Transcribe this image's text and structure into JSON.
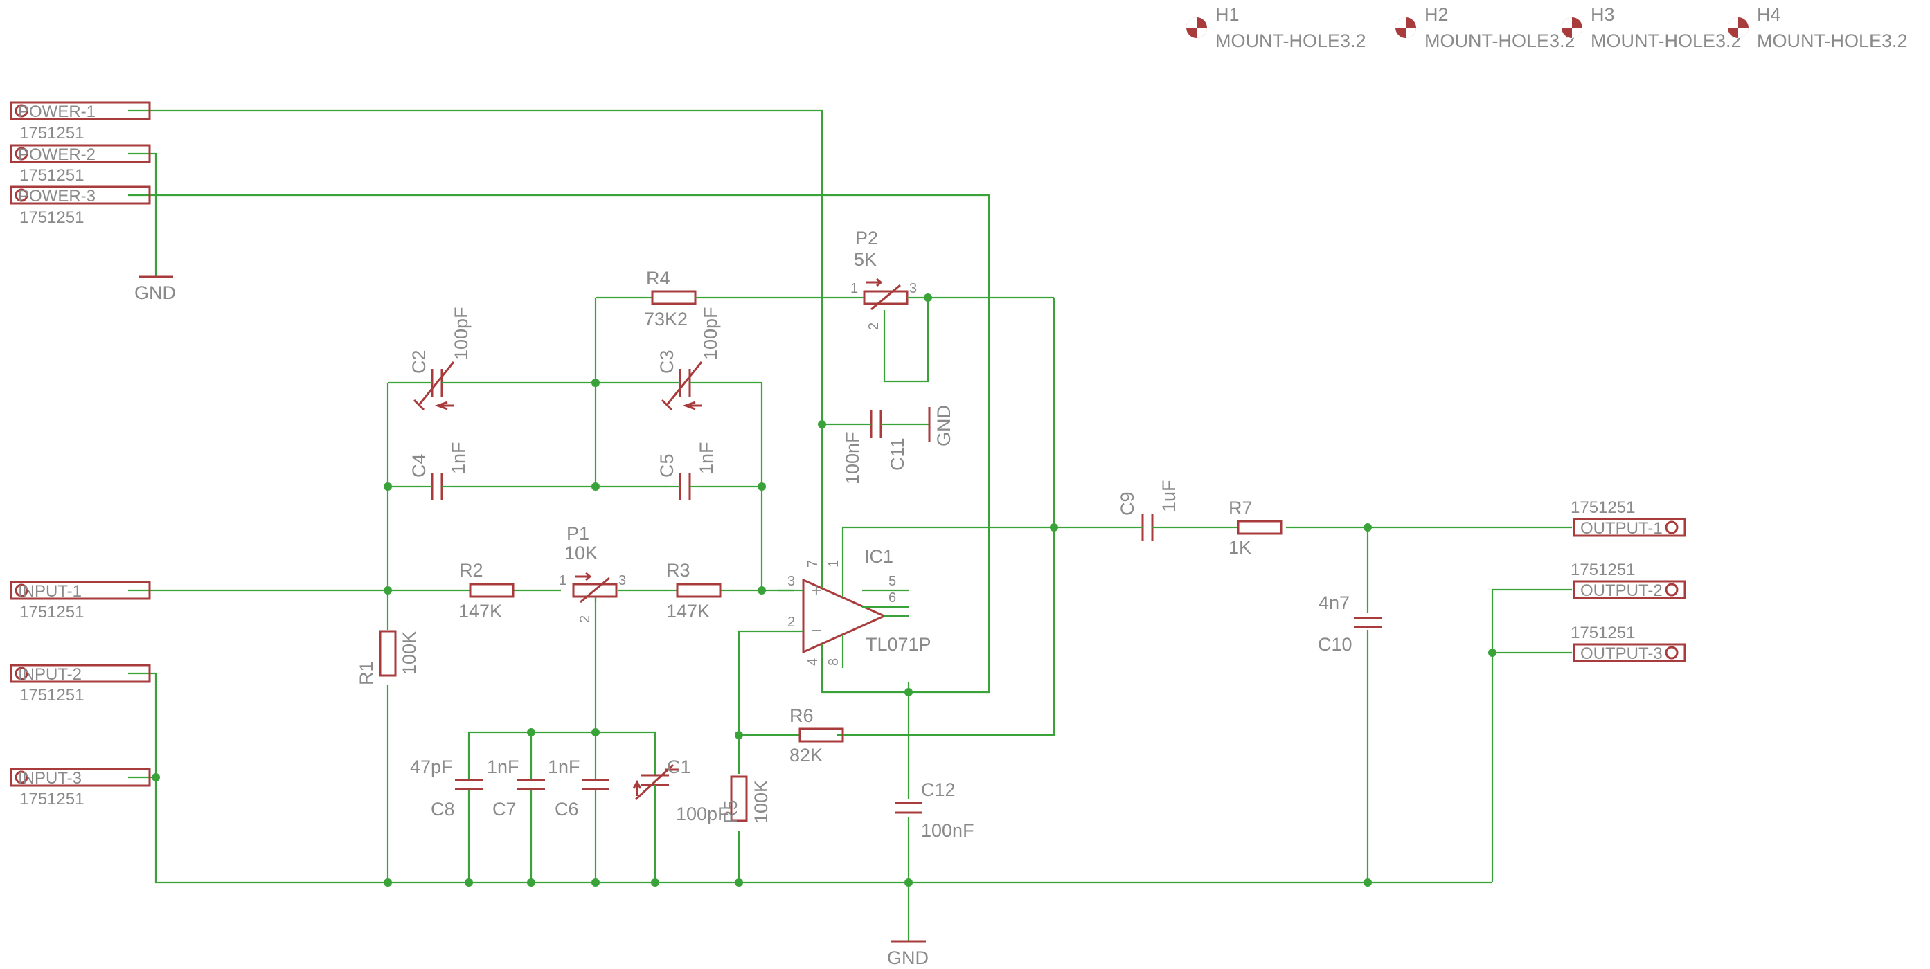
{
  "colors": {
    "wire": "#39a339",
    "part": "#a83b3b",
    "text": "#8a8a8a",
    "background": "#ffffff"
  },
  "holes": [
    {
      "ref": "H1",
      "value": "MOUNT-HOLE3.2"
    },
    {
      "ref": "H2",
      "value": "MOUNT-HOLE3.2"
    },
    {
      "ref": "H3",
      "value": "MOUNT-HOLE3.2"
    },
    {
      "ref": "H4",
      "value": "MOUNT-HOLE3.2"
    }
  ],
  "connectors": {
    "power1": {
      "name": "POWER-1",
      "part": "1751251"
    },
    "power2": {
      "name": "POWER-2",
      "part": "1751251"
    },
    "power3": {
      "name": "POWER-3",
      "part": "1751251"
    },
    "input1": {
      "name": "INPUT-1",
      "part": "1751251"
    },
    "input2": {
      "name": "INPUT-2",
      "part": "1751251"
    },
    "input3": {
      "name": "INPUT-3",
      "part": "1751251"
    },
    "output1": {
      "name": "OUTPUT-1",
      "part": "1751251"
    },
    "output2": {
      "name": "OUTPUT-2",
      "part": "1751251"
    },
    "output3": {
      "name": "OUTPUT-3",
      "part": "1751251"
    }
  },
  "parts": {
    "r1": {
      "ref": "R1",
      "value": "100K"
    },
    "r2": {
      "ref": "R2",
      "value": "147K"
    },
    "r3": {
      "ref": "R3",
      "value": "147K"
    },
    "r4": {
      "ref": "R4",
      "value": "73K2"
    },
    "r5": {
      "ref": "R5",
      "value": "100K"
    },
    "r6": {
      "ref": "R6",
      "value": "82K"
    },
    "r7": {
      "ref": "R7",
      "value": "1K"
    },
    "p1": {
      "ref": "P1",
      "value": "10K"
    },
    "p2": {
      "ref": "P2",
      "value": "5K"
    },
    "c1": {
      "ref": "C1",
      "value": "100pF"
    },
    "c2": {
      "ref": "C2",
      "value": "100pF"
    },
    "c3": {
      "ref": "C3",
      "value": "100pF"
    },
    "c4": {
      "ref": "C4",
      "value": "1nF"
    },
    "c5": {
      "ref": "C5",
      "value": "1nF"
    },
    "c6": {
      "ref": "C6",
      "value": "1nF"
    },
    "c7": {
      "ref": "C7",
      "value": "1nF"
    },
    "c8": {
      "ref": "C8",
      "value": "47pF"
    },
    "c9": {
      "ref": "C9",
      "value": "1uF"
    },
    "c10": {
      "ref": "C10",
      "value": "4n7"
    },
    "c11": {
      "ref": "C11",
      "value": "100nF"
    },
    "c12": {
      "ref": "C12",
      "value": "100nF"
    },
    "ic1": {
      "ref": "IC1",
      "value": "TL071P"
    }
  },
  "gnd_label": "GND",
  "pin_numbers": {
    "one": "1",
    "two": "2",
    "three": "3",
    "four": "4",
    "five": "5",
    "six": "6",
    "seven": "7",
    "eight": "8"
  },
  "opamp_signs": {
    "plus": "+",
    "minus": "−"
  }
}
